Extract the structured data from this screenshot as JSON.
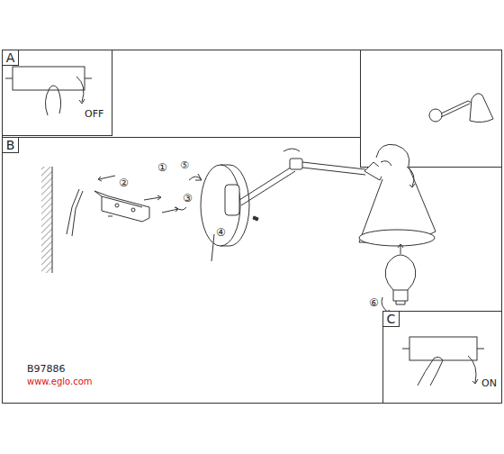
{
  "diagram": {
    "nodes": [
      {
        "text": [
          "A"
        ]
      },
      {
        "text": [
          "B"
        ]
      },
      {
        "text": [
          "C"
        ]
      }
    ],
    "labels": [
      "OFF",
      "①",
      "②",
      "⑤",
      "③",
      "④",
      "⑥",
      "B97886",
      "www.eglo.com",
      "ON"
    ]
  }
}
